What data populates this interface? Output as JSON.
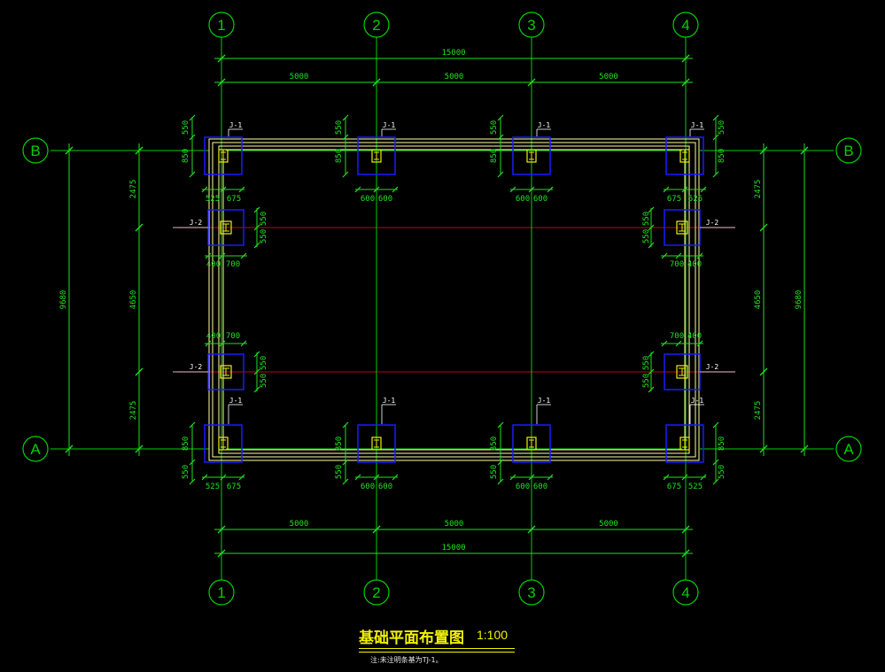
{
  "grid": {
    "columns": [
      "1",
      "2",
      "3",
      "4"
    ],
    "rows": [
      "A",
      "B"
    ]
  },
  "dimensions": {
    "overall_x": "15000",
    "bay_x": [
      "5000",
      "5000",
      "5000"
    ],
    "overall_y": "9680",
    "bay_y": [
      "2475",
      "4650",
      "2475"
    ]
  },
  "footing_tags": {
    "independent": "J-1",
    "strip": "J-2"
  },
  "footing_dims": {
    "j1_side": "550",
    "j1_depth": "850",
    "j1_corner_in": "525",
    "j1_corner_out": "675",
    "j1_half": "600",
    "j2_size": "550",
    "j2_in": "400",
    "j2_out": "700"
  },
  "title": {
    "text": "基础平面布置图",
    "scale": "1:100",
    "note": "注:未注明条基为TJ-1。"
  },
  "colors": {
    "background": "#000000",
    "grid_line": "#00d000",
    "dimension": "#20e020",
    "footing": "#1a1aff",
    "foundation_beam": "#ffffa0",
    "beam_axis": "#c0001c",
    "column": "#f0f000",
    "tag": "#ffffff"
  }
}
